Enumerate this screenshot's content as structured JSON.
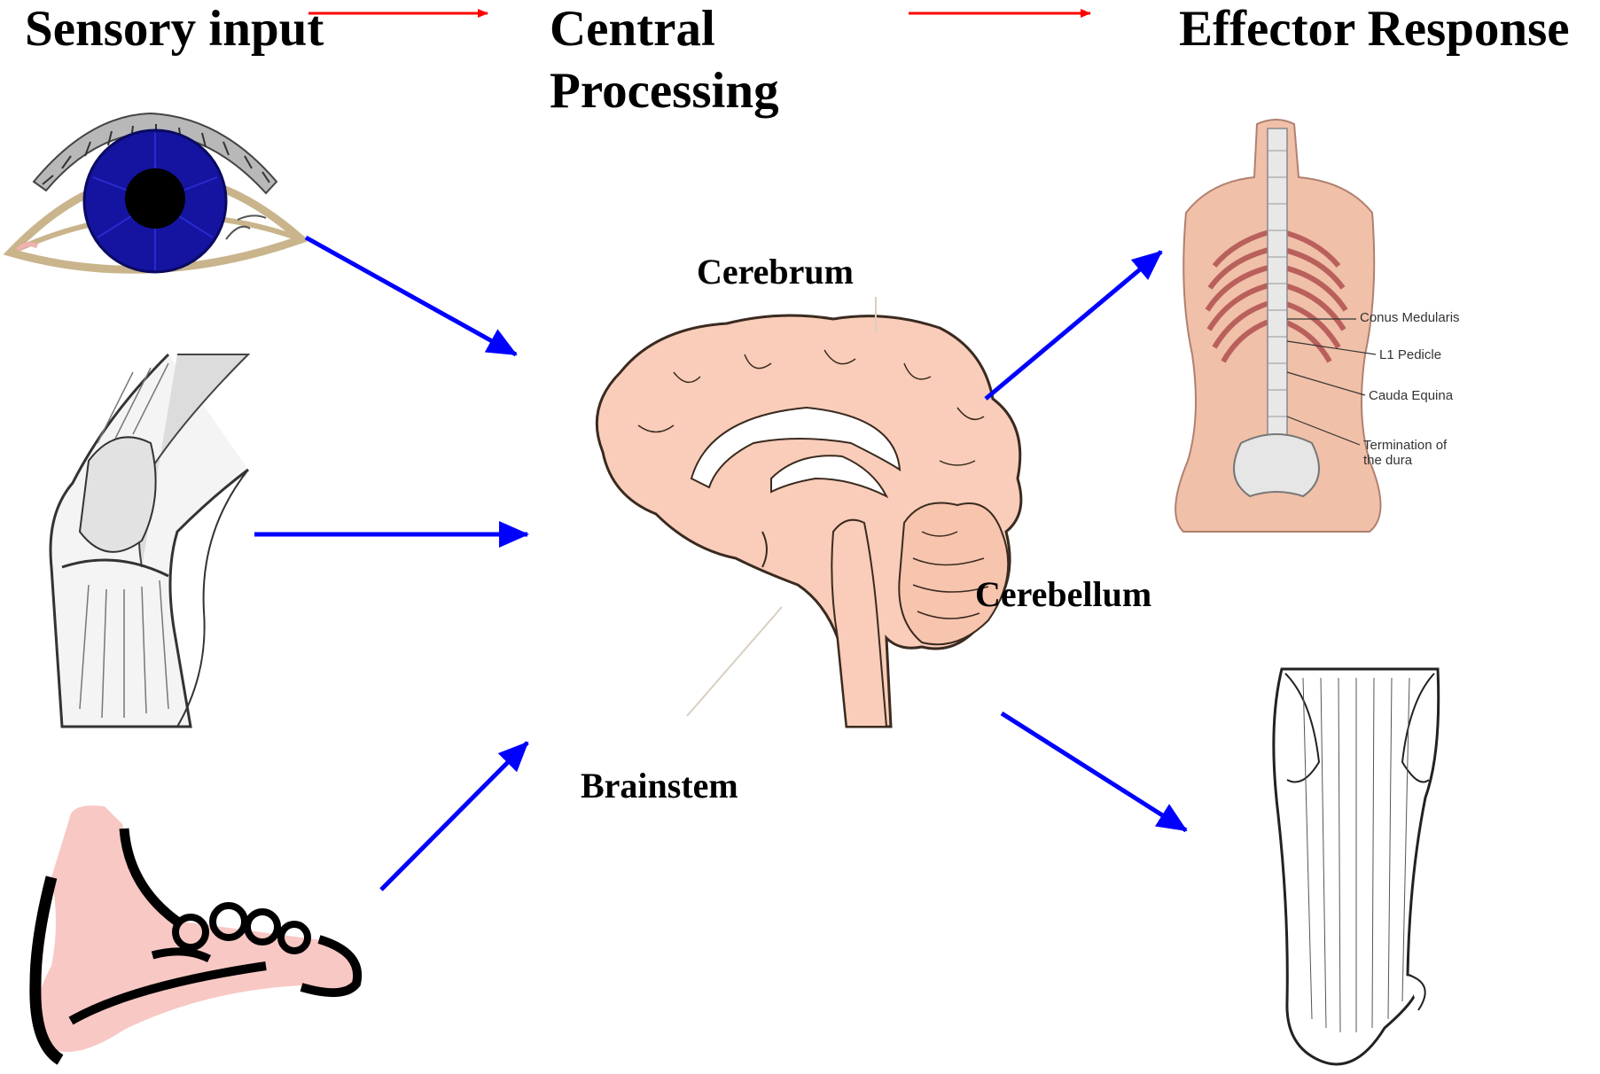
{
  "headers": {
    "sensory": "Sensory input",
    "central": [
      "Central",
      "Processing"
    ],
    "effector": "Effector Response"
  },
  "brain_labels": {
    "cerebrum": "Cerebrum",
    "cerebellum": "Cerebellum",
    "brainstem": "Brainstem"
  },
  "spine_labels": {
    "conus": "Conus Medularis",
    "l1": "L1 Pedicle",
    "cauda": "Cauda Equina",
    "termination": "Termination of the dura"
  },
  "colors": {
    "flow_arrow": "#ff0000",
    "pathway_arrow": "#0000ff",
    "brain_fill": "#f9cdb9",
    "skin_fill": "#f8c8c4",
    "iris": "#1414a0"
  },
  "icons": {
    "sensory": [
      "eye-icon",
      "knee-joint-icon",
      "foot-icon"
    ],
    "central": "brain-icon",
    "effector": [
      "spine-torso-icon",
      "calf-muscle-icon"
    ]
  }
}
